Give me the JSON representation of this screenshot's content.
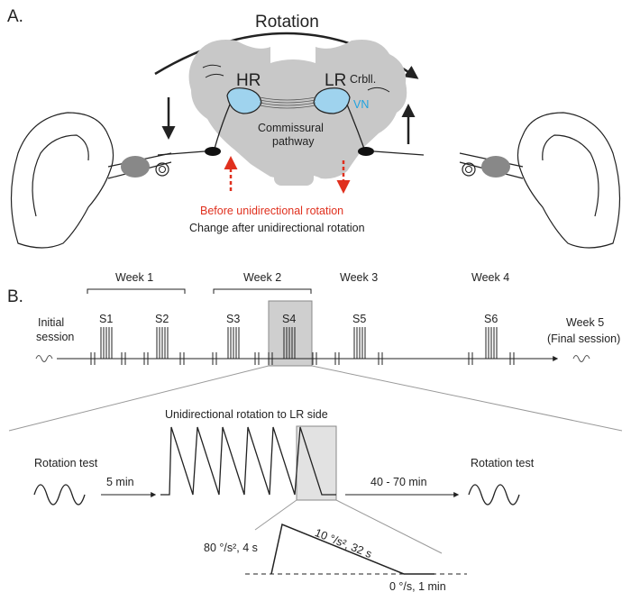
{
  "panel_a": {
    "label": "A.",
    "rotation": "Rotation",
    "hr": "HR",
    "lr": "LR",
    "crbll": "Crbll.",
    "vn": "VN",
    "commissural_1": "Commissural",
    "commissural_2": "pathway",
    "before": "Before unidirectional rotation",
    "change": "Change after unidirectional rotation"
  },
  "panel_b": {
    "label": "B.",
    "week1": "Week 1",
    "week2": "Week 2",
    "week3": "Week 3",
    "week4": "Week 4",
    "week5": "Week 5",
    "final_session": "(Final session)",
    "initial_1": "Initial",
    "initial_2": "session",
    "s1": "S1",
    "s2": "S2",
    "s3": "S3",
    "s4": "S4",
    "s5": "S5",
    "s6": "S6",
    "unidirectional": "Unidirectional rotation to LR side",
    "rotation_test_left": "Rotation test",
    "rotation_test_right": "Rotation test",
    "five_min": "5 min",
    "forty_seventy": "40 - 70 min",
    "accel_label": "80 °/s², 4 s",
    "decel_label": "10 °/s², 32 s",
    "final_label": "0 °/s, 1 min"
  },
  "colors": {
    "brain": "#c8c8c8",
    "nucleus": "#9fd3ee",
    "red_arrow": "#e0301e",
    "highlight": "#cfcfcf"
  }
}
